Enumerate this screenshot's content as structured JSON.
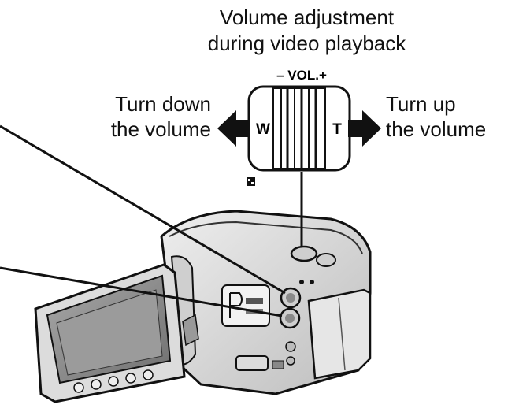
{
  "caption": {
    "line1": "Volume adjustment",
    "line2": "during video playback"
  },
  "zoom_lever": {
    "scale_label": "– VOL.+",
    "wide_mark": "W",
    "tele_mark": "T"
  },
  "callouts": {
    "left_line1": "Turn down",
    "left_line2": "the volume",
    "right_line1": "Turn up",
    "right_line2": "the volume"
  },
  "colors": {
    "ink": "#111111",
    "body_fill": "#d9d9d9",
    "screen_fill": "#8a8a8a"
  }
}
